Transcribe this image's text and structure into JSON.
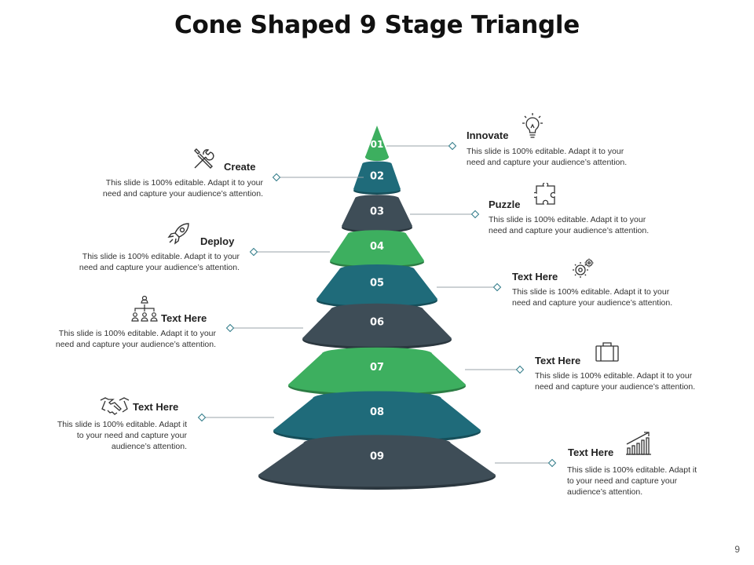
{
  "title": "Cone Shaped 9 Stage Triangle",
  "page_number": "9",
  "colors": {
    "green": "#3daf5f",
    "teal": "#1f6b7a",
    "slate": "#3e4d57"
  },
  "stages": [
    {
      "num": "01",
      "color": "green"
    },
    {
      "num": "02",
      "color": "teal"
    },
    {
      "num": "03",
      "color": "slate"
    },
    {
      "num": "04",
      "color": "green"
    },
    {
      "num": "05",
      "color": "teal"
    },
    {
      "num": "06",
      "color": "slate"
    },
    {
      "num": "07",
      "color": "green"
    },
    {
      "num": "08",
      "color": "teal"
    },
    {
      "num": "09",
      "color": "slate"
    }
  ],
  "labels": [
    {
      "heading": "Innovate",
      "desc": [
        "This slide is 100% editable. Adapt it to your",
        "need and capture your audience’s attention."
      ],
      "icon": "lightbulb-icon"
    },
    {
      "heading": "Create",
      "desc": [
        "This slide is 100% editable. Adapt it to your",
        "need and capture your audience’s attention."
      ],
      "icon": "tools-icon"
    },
    {
      "heading": "Puzzle",
      "desc": [
        "This slide is 100% editable. Adapt it to your",
        "need and capture your audience’s attention."
      ],
      "icon": "puzzle-icon"
    },
    {
      "heading": "Deploy",
      "desc": [
        "This slide is 100% editable. Adapt it to your",
        "need and capture your audience’s attention."
      ],
      "icon": "rocket-icon"
    },
    {
      "heading": "Text Here",
      "desc": [
        "This slide is 100% editable. Adapt it to your",
        "need and capture your audience’s attention."
      ],
      "icon": "gears-icon"
    },
    {
      "heading": "Text Here",
      "desc": [
        "This slide is 100% editable. Adapt it to your",
        "need and capture your audience’s attention."
      ],
      "icon": "org-chart-icon"
    },
    {
      "heading": "Text Here",
      "desc": [
        "This slide is 100% editable. Adapt it to your",
        "need and capture your audience’s attention."
      ],
      "icon": "briefcase-icon"
    },
    {
      "heading": "Text Here",
      "desc": [
        "This slide is 100% editable. Adapt it",
        "to your need and capture your",
        "audience’s attention."
      ],
      "icon": "handshake-icon"
    },
    {
      "heading": "Text Here",
      "desc": [
        "This slide is 100% editable. Adapt it",
        "to your need and capture your",
        "audience’s attention."
      ],
      "icon": "growth-chart-icon"
    }
  ]
}
